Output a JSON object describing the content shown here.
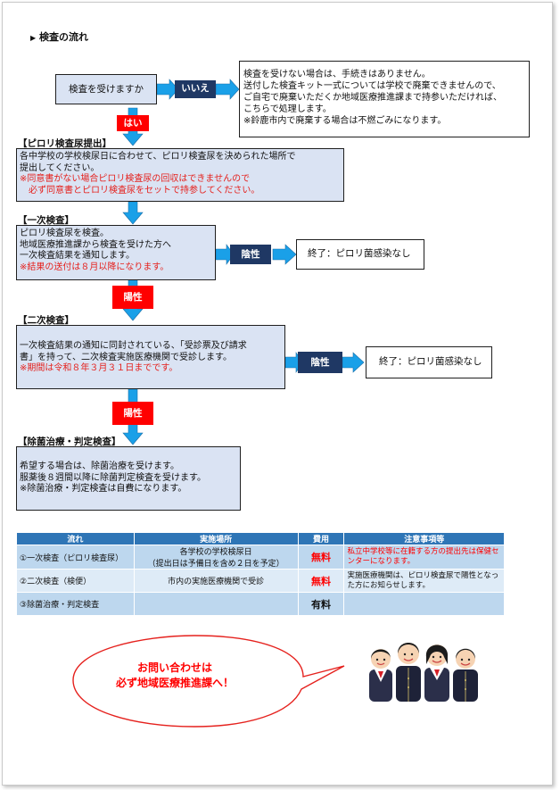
{
  "heading": {
    "bullet": "▶",
    "title": "検査の流れ"
  },
  "flow": {
    "question": "検査を受けますか",
    "no_label": "いいえ",
    "yes_label": "はい",
    "no_box_lines": [
      "検査を受けない場合は、手続きはありません。",
      "送付した検査キット一式については学校で廃棄できませんので、",
      "ご自宅で廃棄いただくか地域医療推進課まで持参いただければ、",
      "こちらで処理します。",
      "※鈴鹿市内で廃棄する場合は不燃ごみになります。"
    ],
    "step1": {
      "title": "【ピロリ検査尿提出】",
      "lines": [
        "各中学校の学校検尿日に合わせて、ピロリ検査尿を決められた場所で",
        "提出してください。"
      ],
      "red_lines": [
        "※同意書がない場合ピロリ検査尿の回収はできませんので",
        "　必ず同意書とピロリ検査尿をセットで持参してください。"
      ]
    },
    "step2": {
      "title": "【一次検査】",
      "lines": [
        "ピロリ検査尿を検査。",
        "地域医療推進課から検査を受けた方へ",
        "一次検査結果を通知します。"
      ],
      "red_lines": [
        "※結果の送付は８月以降になります。"
      ],
      "negative_label": "陰性",
      "end_text": "終了：ピロリ菌感染なし",
      "positive_label": "陽性"
    },
    "step3": {
      "title": "【二次検査】",
      "lines": [
        "一次検査結果の通知に同封されている、「受診票及び請求",
        "書」を持って、二次検査実施医療機関で受診します。"
      ],
      "red_lines": [
        "※期間は令和８年３月３１日までです。"
      ],
      "negative_label": "陰性",
      "end_text": "終了：ピロリ菌感染なし",
      "positive_label": "陽性"
    },
    "step4": {
      "title": "【除菌治療・判定検査】",
      "lines": [
        "希望する場合は、除菌治療を受けます。",
        "服薬後８週間以降に除菌判定検査を受けます。",
        "※除菌治療・判定検査は自費になります。"
      ]
    }
  },
  "table": {
    "headers": [
      "流れ",
      "実施場所",
      "費用",
      "注意事項等"
    ],
    "rows": [
      {
        "flow": "①一次検査（ピロリ検査尿）",
        "place_lines": [
          "各学校の学校検尿日",
          "（提出日は予備日を含め２日を予定）"
        ],
        "fee": "無料",
        "note": "私立中学校等に在籍する方の提出先は保健センターになります。"
      },
      {
        "flow": "②二次検査（検便）",
        "place_lines": [
          "市内の実施医療機関で受診"
        ],
        "fee": "無料",
        "note": "実施医療機関は、ピロリ検査尿で陽性となった方にお知らせします。"
      },
      {
        "flow": "③除菌治療・判定検査",
        "place_lines": [
          ""
        ],
        "fee": "有料",
        "note": ""
      }
    ]
  },
  "contact": {
    "lines": [
      "お問い合わせは",
      "必ず地域医療推進課へ！"
    ]
  },
  "illustration": {
    "icon": "students-icon"
  },
  "colors": {
    "navy": "#1f3864",
    "red": "#ff0000",
    "arrow_blue": "#1aa0e8",
    "box_blue": "#dae3f3",
    "table_header": "#2e75b6"
  }
}
